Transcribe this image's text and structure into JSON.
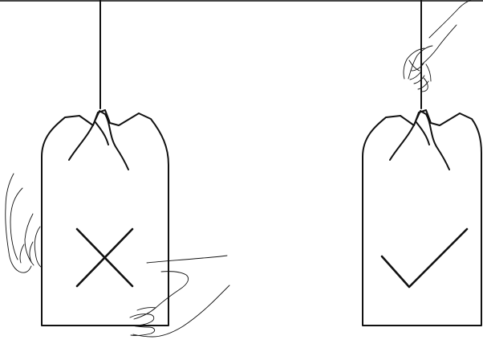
{
  "figure": {
    "panels": [
      {
        "id": "incorrect",
        "symbol": "cross-mark",
        "meaning": "incorrect",
        "mark_color": "#111111"
      },
      {
        "id": "correct",
        "symbol": "check-mark",
        "meaning": "correct",
        "mark_color": "#111111"
      }
    ],
    "line_color": "#111111",
    "background": "#ffffff"
  }
}
